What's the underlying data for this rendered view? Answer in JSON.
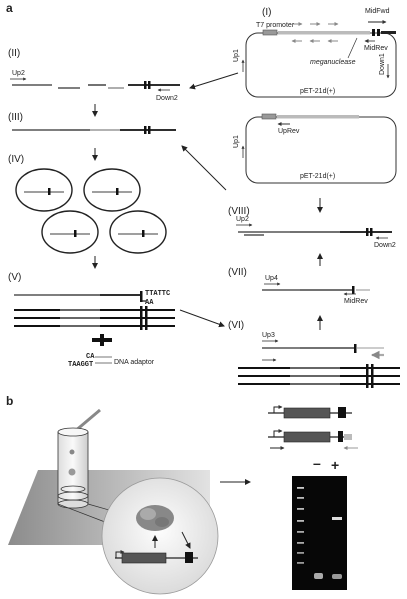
{
  "panel_a": "a",
  "panel_b": "b",
  "steps": {
    "I": "(I)",
    "II": "(II)",
    "III": "(III)",
    "IV": "(IV)",
    "V": "(V)",
    "VI": "(VI)",
    "VII": "(VII)",
    "VIII": "(VIII)"
  },
  "labels": {
    "t7": "T7 promoter",
    "midfwd": "MidFwd",
    "midrev": "MidRev",
    "meganuclease": "meganuclease",
    "up1": "Up1",
    "down1": "Down1",
    "plasmid": "pET-21d(+)",
    "uprev": "UpRev",
    "up2": "Up2",
    "down2": "Down2",
    "up3": "Up3",
    "up4": "Up4",
    "midrev2": "MidRev",
    "seq_top": "TTATTC",
    "seq_bottom": "AA",
    "adaptor_top": "CA",
    "adaptor_bottom": "TAAGGT",
    "adaptor_label": "DNA adaptor"
  },
  "gel": {
    "minus": "–",
    "plus": "+"
  }
}
